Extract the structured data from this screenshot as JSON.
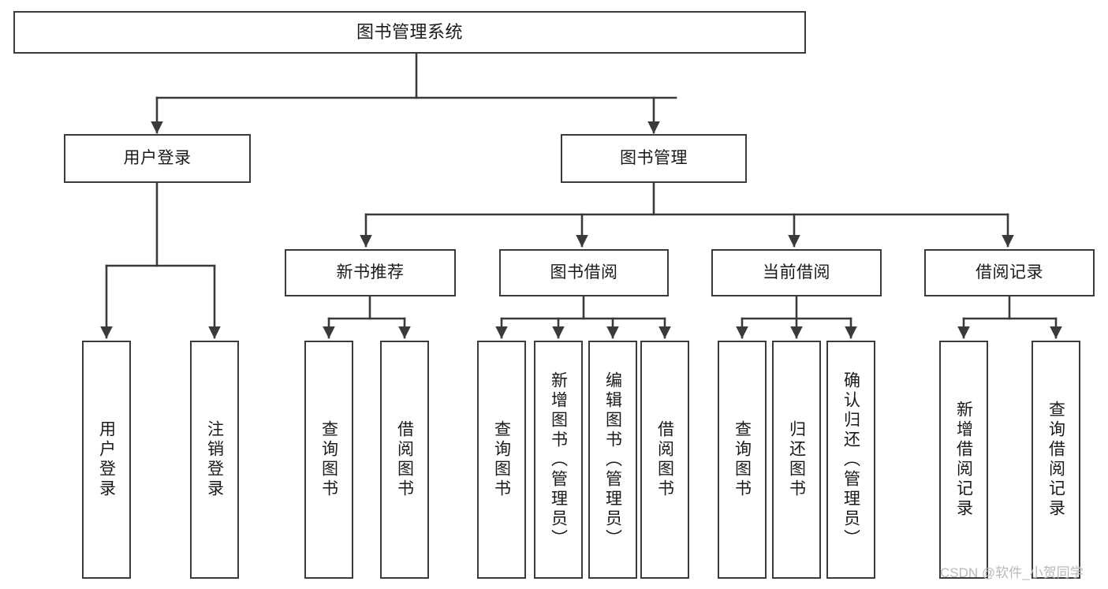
{
  "diagram": {
    "type": "tree",
    "title": "图书管理系统",
    "orientation": "top-down",
    "line_color": "#3a3a3a",
    "box_fill": "#ffffff",
    "text_color": "#1a1a1a",
    "nodes": {
      "root": {
        "label": "图书管理系统"
      },
      "level2": [
        {
          "id": "user-login",
          "label": "用户登录"
        },
        {
          "id": "book-manage",
          "label": "图书管理"
        }
      ],
      "level3": [
        {
          "id": "new-book-rec",
          "label": "新书推荐"
        },
        {
          "id": "book-borrow",
          "label": "图书借阅"
        },
        {
          "id": "current-borrow",
          "label": "当前借阅"
        },
        {
          "id": "borrow-record",
          "label": "借阅记录"
        }
      ],
      "leaves": {
        "user_login": [
          {
            "id": "leaf-user-login",
            "label": "用户登录"
          },
          {
            "id": "leaf-logout",
            "label": "注销登录"
          }
        ],
        "new_book_rec": [
          {
            "id": "leaf-query-book-1",
            "label": "查询图书"
          },
          {
            "id": "leaf-borrow-book-1",
            "label": "借阅图书"
          }
        ],
        "book_borrow": [
          {
            "id": "leaf-query-book-2",
            "label": "查询图书"
          },
          {
            "id": "leaf-add-book",
            "label": "新增图书（管理员）"
          },
          {
            "id": "leaf-edit-book",
            "label": "编辑图书（管理员）"
          },
          {
            "id": "leaf-borrow-book-2",
            "label": "借阅图书"
          }
        ],
        "current_borrow": [
          {
            "id": "leaf-query-book-3",
            "label": "查询图书"
          },
          {
            "id": "leaf-return-book",
            "label": "归还图书"
          },
          {
            "id": "leaf-confirm-return",
            "label": "确认归还（管理员）"
          }
        ],
        "borrow_record": [
          {
            "id": "leaf-add-record",
            "label": "新增借阅记录"
          },
          {
            "id": "leaf-query-record",
            "label": "查询借阅记录"
          }
        ]
      }
    }
  },
  "watermark": {
    "text": "CSDN @软件_小贺同学"
  }
}
